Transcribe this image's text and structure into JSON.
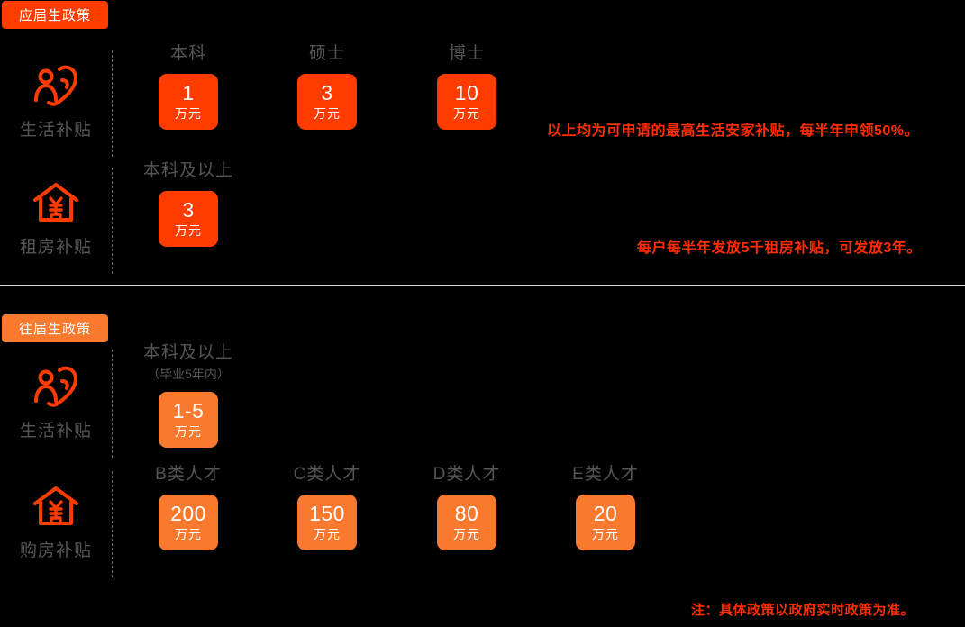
{
  "sections": [
    {
      "badge": "应届生政策",
      "accent": "#FF3C00",
      "rows": [
        {
          "icon": "person-heart-icon",
          "label": "生活补贴",
          "items": [
            {
              "title": "本科",
              "sub": "",
              "num": "1",
              "unit": "万元"
            },
            {
              "title": "硕士",
              "sub": "",
              "num": "3",
              "unit": "万元"
            },
            {
              "title": "博士",
              "sub": "",
              "num": "10",
              "unit": "万元"
            }
          ],
          "note": "以上均为可申请的最高生活安家补贴，每半年申领50%。"
        },
        {
          "icon": "house-yuan-icon",
          "label": "租房补贴",
          "items": [
            {
              "title": "本科及以上",
              "sub": "",
              "num": "3",
              "unit": "万元"
            }
          ],
          "note": "每户每半年发放5千租房补贴，可发放3年。"
        }
      ]
    },
    {
      "badge": "往届生政策",
      "accent": "#F9792F",
      "rows": [
        {
          "icon": "person-heart-icon",
          "label": "生活补贴",
          "items": [
            {
              "title": "本科及以上",
              "sub": "（毕业5年内）",
              "num": "1-5",
              "unit": "万元"
            }
          ],
          "note": ""
        },
        {
          "icon": "house-yuan-icon",
          "label": "购房补贴",
          "items": [
            {
              "title": "B类人才",
              "sub": "",
              "num": "200",
              "unit": "万元"
            },
            {
              "title": "C类人才",
              "sub": "",
              "num": "150",
              "unit": "万元"
            },
            {
              "title": "D类人才",
              "sub": "",
              "num": "80",
              "unit": "万元"
            },
            {
              "title": "E类人才",
              "sub": "",
              "num": "20",
              "unit": "万元"
            }
          ],
          "note": ""
        }
      ]
    }
  ],
  "footer_note": "注：具体政策以政府实时政策为准。",
  "colors": {
    "accent_hot": "#FF3C00",
    "accent_soft": "#F9792F",
    "note_red": "#FF2D00",
    "label_gray": "#555555",
    "background": "#000000",
    "divider": "#d8d8d8"
  }
}
